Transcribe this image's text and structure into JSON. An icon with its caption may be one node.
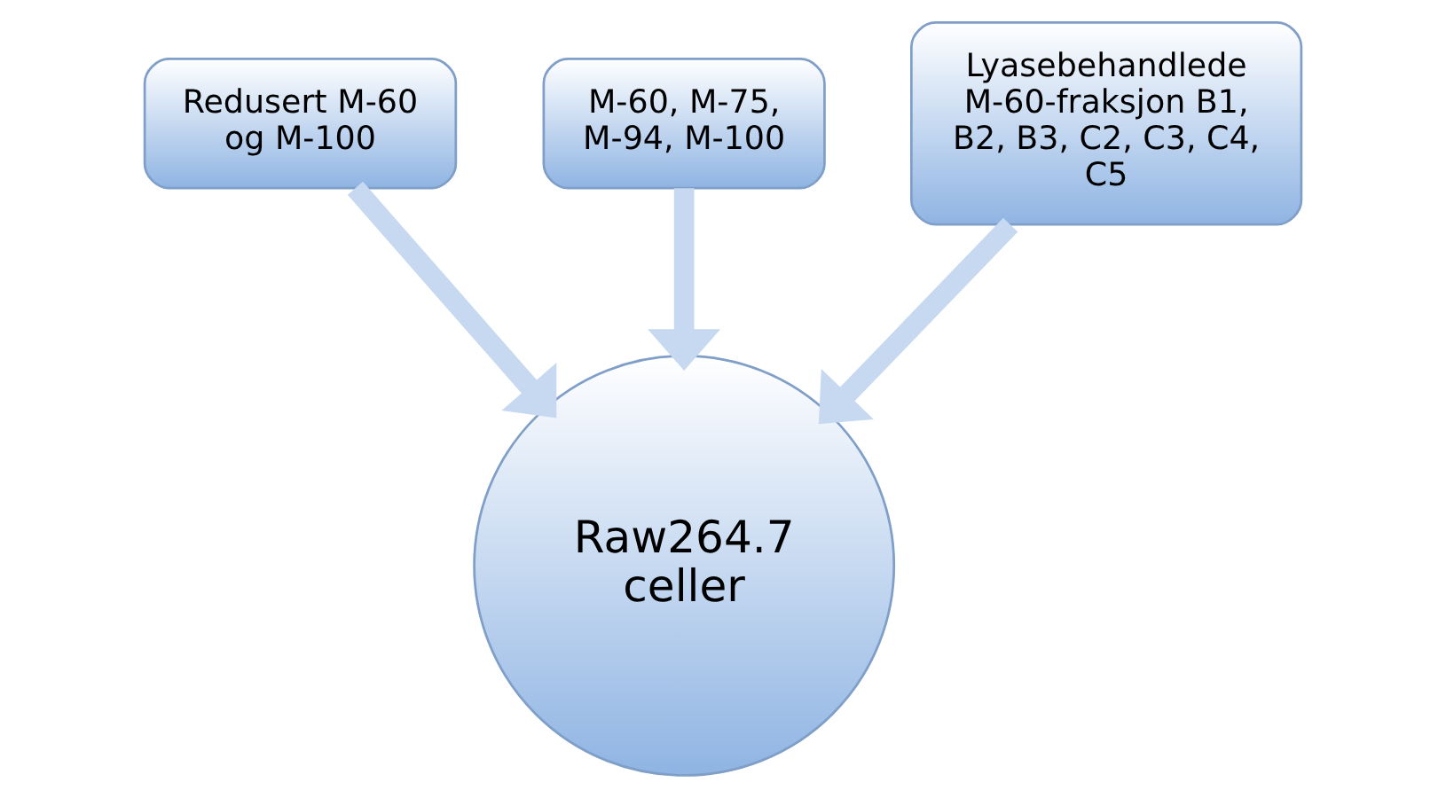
{
  "diagram": {
    "nodes": [
      {
        "text": [
          "Redusert M-60 og M-100"
        ]
      },
      {
        "text": [
          "M-60, M-75, M-94, M-100"
        ]
      },
      {
        "text": [
          "Lyasebehandlede M-60-fraksjon B1, B2, B3, C2, C3, C4, C5"
        ]
      },
      {
        "text": [
          "Raw264.7 celler"
        ]
      }
    ],
    "edges": [
      {
        "from": 0,
        "to": 3,
        "arrow": "to"
      },
      {
        "from": 1,
        "to": 3,
        "arrow": "to"
      },
      {
        "from": 2,
        "to": 3,
        "arrow": "to"
      }
    ]
  }
}
